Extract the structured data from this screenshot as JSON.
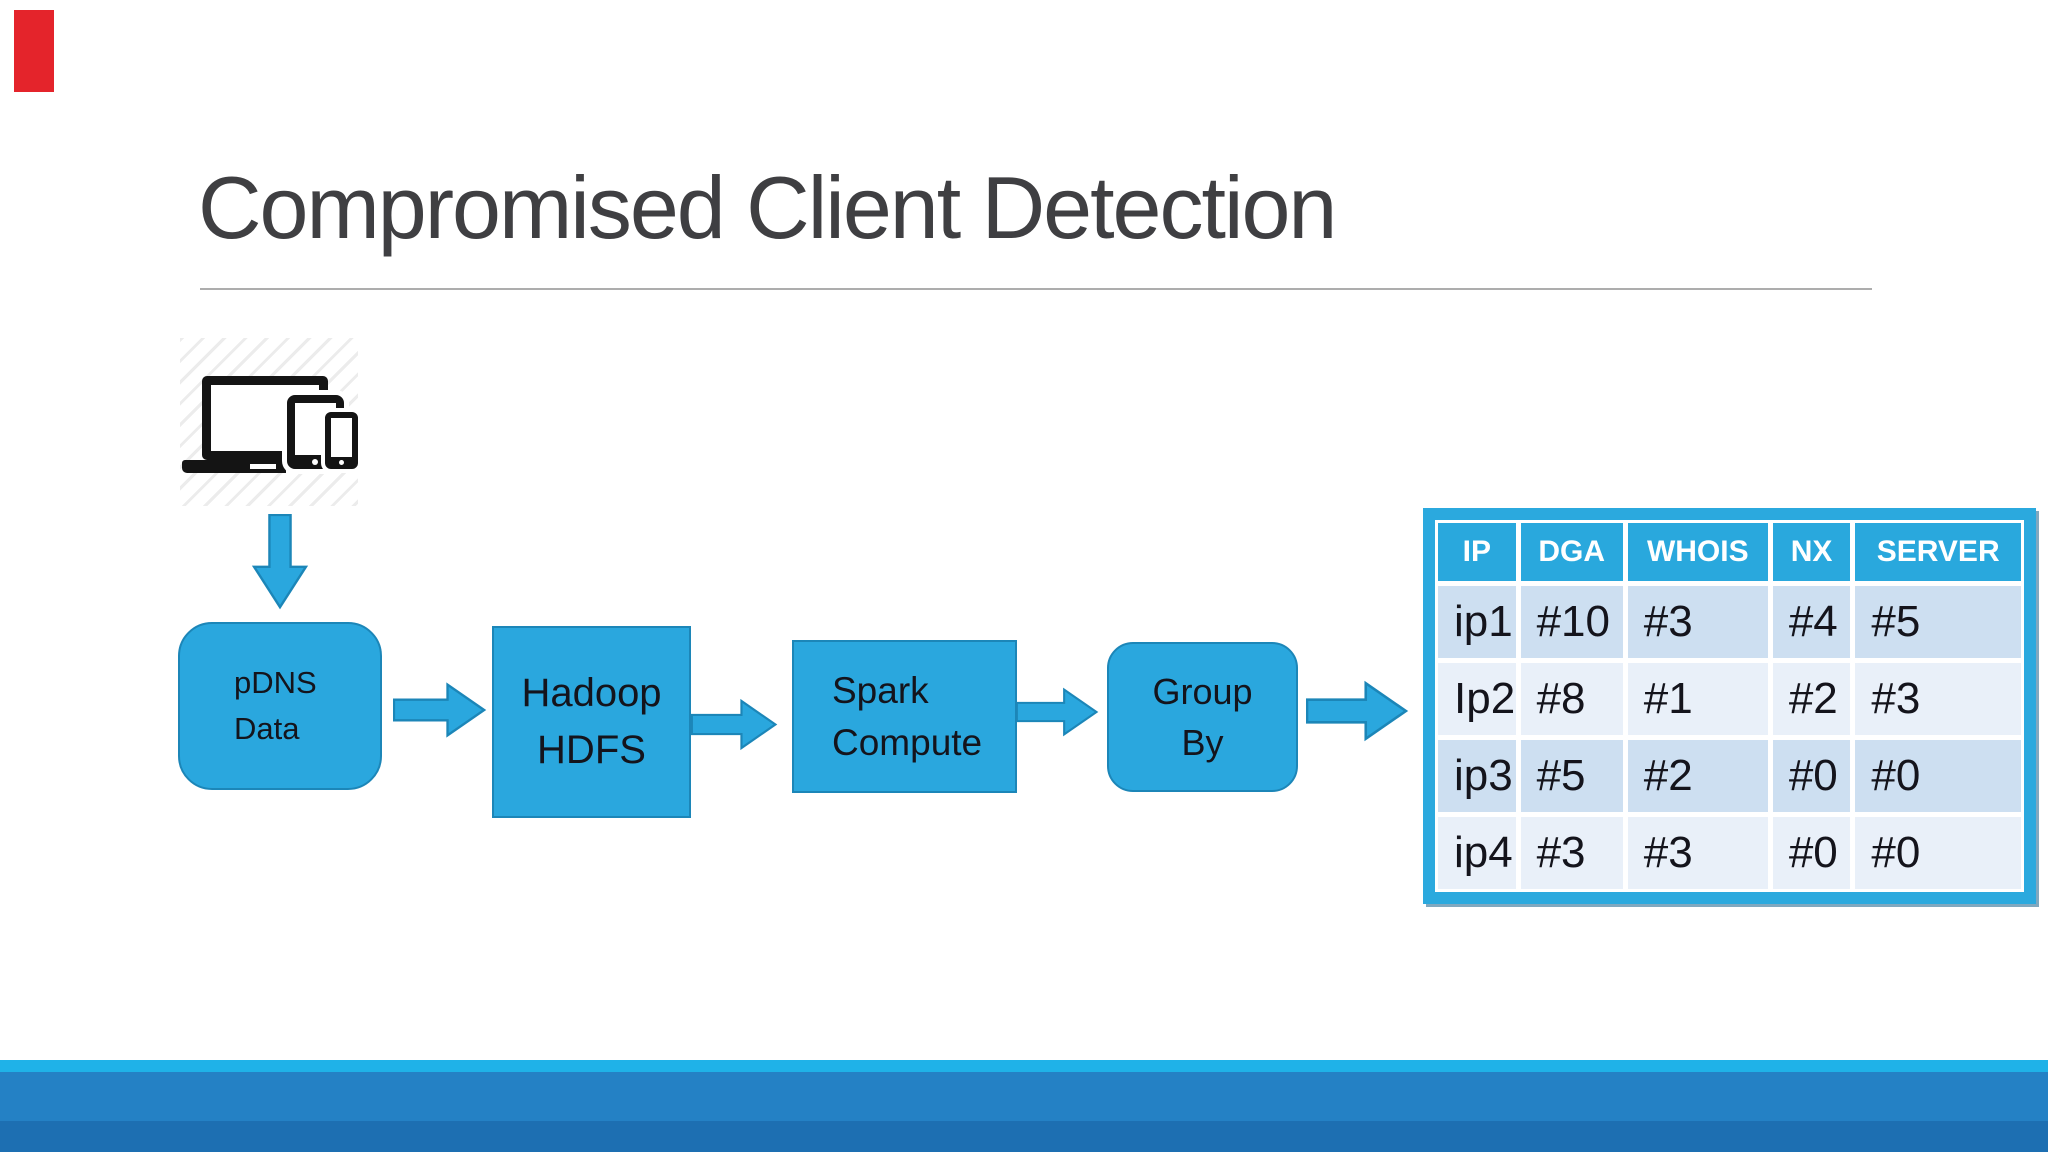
{
  "slide": {
    "title": "Compromised Client Detection"
  },
  "flow": {
    "source_icon": "laptop-tablet-phone-devices",
    "nodes": [
      {
        "id": "pdns",
        "line1": "pDNS",
        "line2": "Data"
      },
      {
        "id": "hadoop",
        "line1": "Hadoop",
        "line2": "HDFS"
      },
      {
        "id": "spark",
        "line1": "Spark",
        "line2": "Compute"
      },
      {
        "id": "groupby",
        "line1": "Group",
        "line2": "By"
      }
    ]
  },
  "table": {
    "headers": [
      "IP",
      "DGA",
      "WHOIS",
      "NX",
      "SERVER"
    ],
    "rows": [
      {
        "cells": [
          "ip1",
          "#10",
          "#3",
          "#4",
          "#5"
        ]
      },
      {
        "cells": [
          "Ip2",
          "#8",
          "#1",
          "#2",
          "#3"
        ]
      },
      {
        "cells": [
          "ip3",
          "#5",
          "#2",
          "#0",
          "#0"
        ]
      },
      {
        "cells": [
          "ip4",
          "#3",
          "#3",
          "#0",
          "#0"
        ]
      }
    ]
  },
  "colors": {
    "box-fill": "#2AA7DE",
    "box-stroke": "#1C86B8",
    "text-dark": "#14141c",
    "table-border": "#2BA9DE",
    "header-fill": "#29A8DD",
    "row-dark": "#CDDFF1",
    "row-light": "#E9F0F9",
    "footer-cyan": "#1FB2E8",
    "footer-blue": "#2481C5",
    "footer-dark-blue": "#1D6FB2",
    "marker-red": "#E4242B",
    "title-gray": "#3F3F42",
    "rule-gray": "#ADADAD",
    "hatch-gray": "#ECECEC",
    "icon-black": "#141414"
  }
}
